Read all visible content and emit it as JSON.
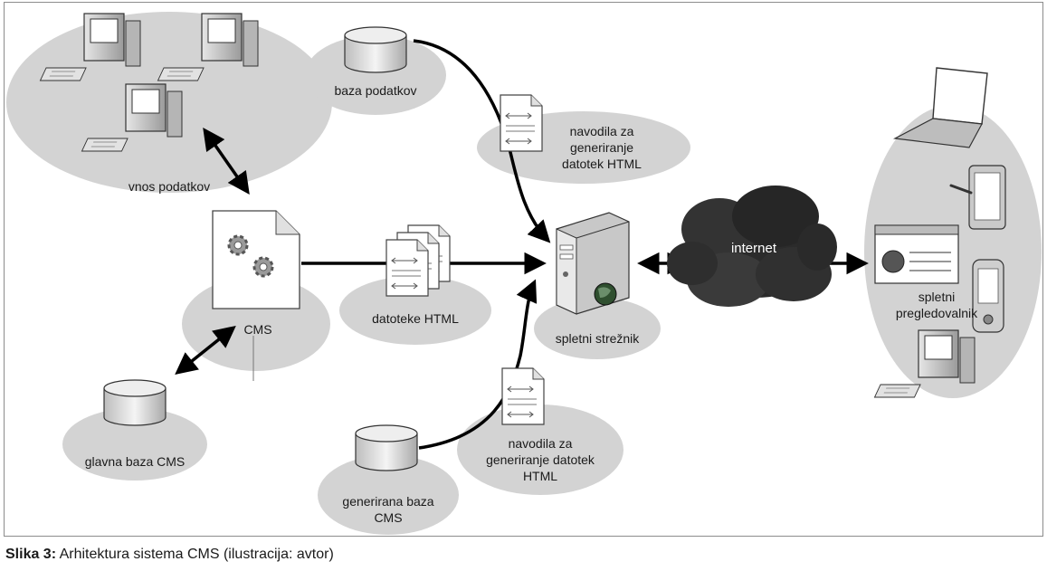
{
  "nodes": {
    "vnos": "vnos podatkov",
    "baza": "baza podatkov",
    "navodila_top": [
      "navodila za",
      "generiranje",
      "datotek HTML"
    ],
    "cms": "CMS",
    "datoteke": "datoteke HTML",
    "streznik": "spletni strežnik",
    "internet": "internet",
    "brskalnik": [
      "spletni",
      "pregledovalnik"
    ],
    "glavna": "glavna baza CMS",
    "generirana": [
      "generirana baza",
      "CMS"
    ],
    "navodila_bottom": [
      "navodila za",
      "generiranje datotek",
      "HTML"
    ]
  },
  "caption": {
    "prefix": "Slika 3:",
    "text": " Arhitektura sistema CMS (ilustracija: avtor)"
  },
  "colors": {
    "ellipse": "#d3d3d3",
    "cloud": "#2b2b2b",
    "line": "#000000"
  }
}
